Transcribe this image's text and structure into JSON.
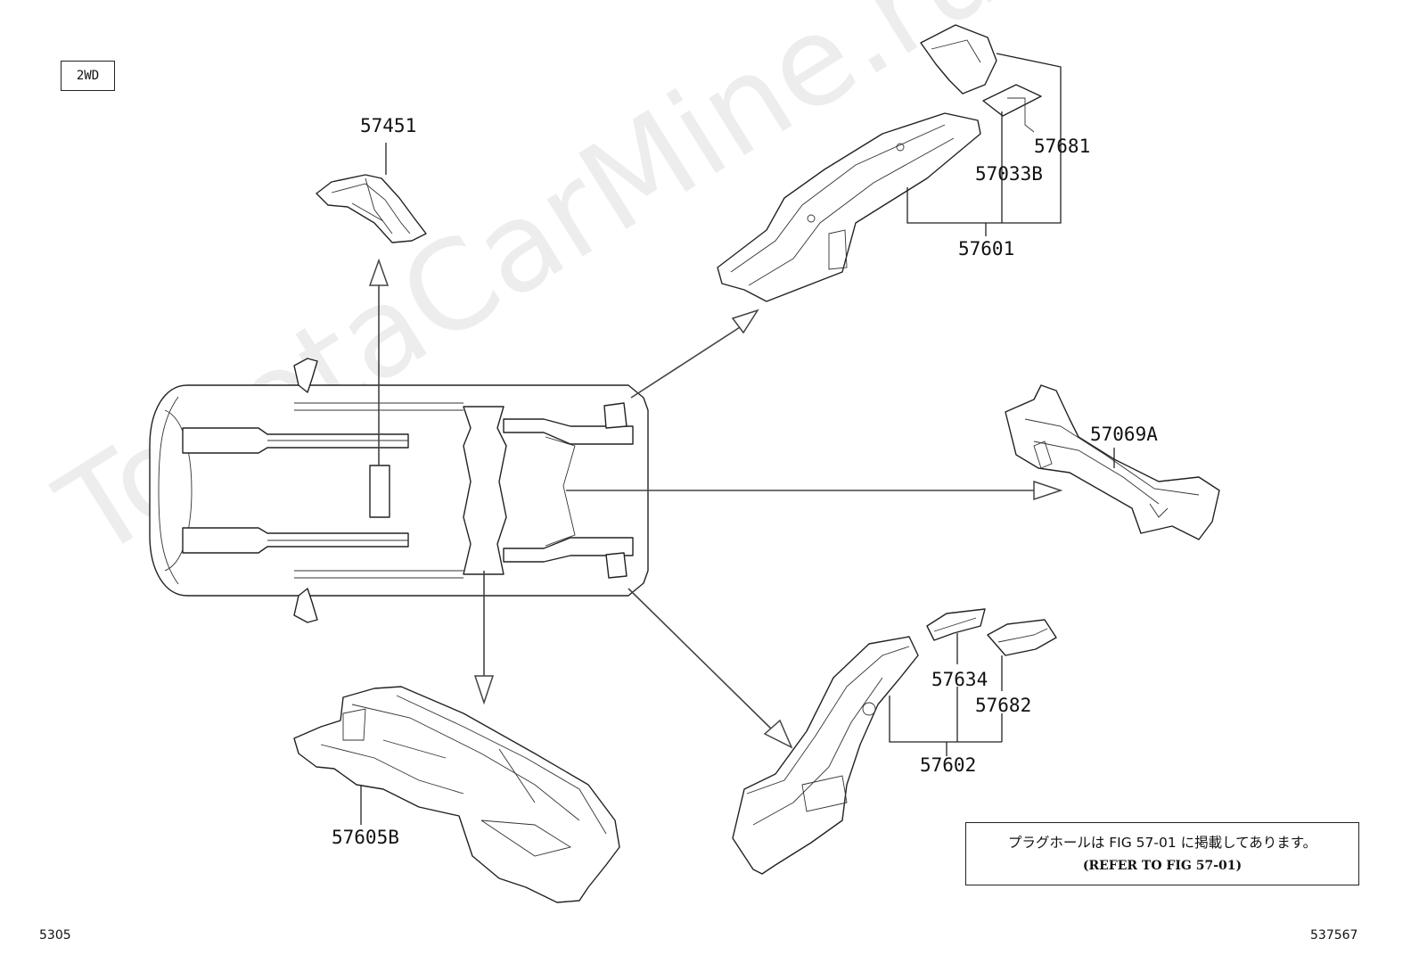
{
  "badge": "2WD",
  "watermark": "ToyotaCarMine.ru",
  "parts": {
    "p57451": "57451",
    "p57681": "57681",
    "p57033B": "57033B",
    "p57601": "57601",
    "p57069A": "57069A",
    "p57634": "57634",
    "p57682": "57682",
    "p57602": "57602",
    "p57605B": "57605B"
  },
  "note": {
    "jp": "プラグホールは FIG 57-01 に掲載してあります。",
    "en": "(REFER TO FIG 57-01)"
  },
  "footer": {
    "left": "5305",
    "right": "537567"
  }
}
